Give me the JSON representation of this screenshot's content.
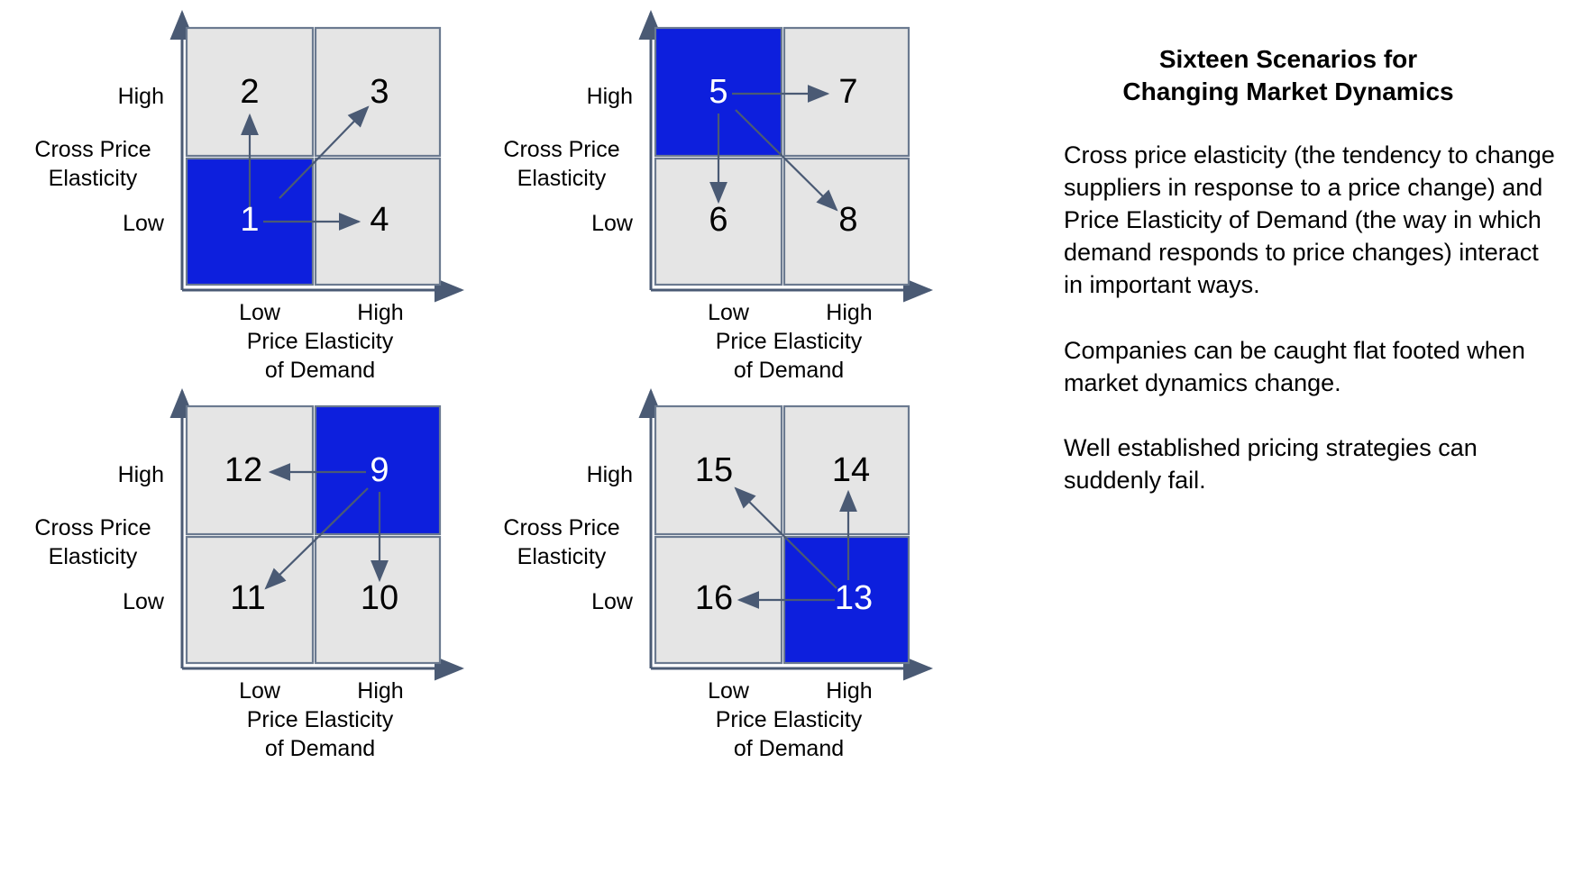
{
  "axis": {
    "y_title_line1": "Cross Price",
    "y_title_line2": "Elasticity",
    "y_high": "High",
    "y_low": "Low",
    "x_low": "Low",
    "x_high": "High",
    "x_title_line1": "Price Elasticity",
    "x_title_line2": "of Demand"
  },
  "colors": {
    "highlight": "#0d1fdd",
    "cell": "#e5e5e5",
    "stroke": "#6b7a90",
    "arrow": "#4a5a74",
    "text": "#000000",
    "highlight_text": "#ffffff"
  },
  "side": {
    "title": "Sixteen Scenarios for Changing Market Dynamics",
    "title_line1": "Sixteen Scenarios for",
    "title_line2": "Changing Market Dynamics",
    "paragraphs": [
      "Cross price elasticity (the tendency to change suppliers in response to a price change) and Price Elasticity of Demand (the way in which demand responds to price changes) interact in important ways.",
      "Companies can be caught flat footed when market dynamics change.",
      "Well established pricing strategies can suddenly fail."
    ]
  },
  "chart_data": {
    "type": "diagram",
    "title": "Sixteen Scenarios for Changing Market Dynamics",
    "xlabel": "Price Elasticity of Demand",
    "ylabel": "Cross Price Elasticity",
    "x_ticks": [
      "Low",
      "High"
    ],
    "y_ticks": [
      "Low",
      "High"
    ],
    "matrices": [
      {
        "id": "matrix-1",
        "origin_cell": "bottom-left",
        "origin_label": "1",
        "cells": [
          {
            "label": "2",
            "x": "Low",
            "y": "High",
            "highlight": false
          },
          {
            "label": "3",
            "x": "High",
            "y": "High",
            "highlight": false
          },
          {
            "label": "1",
            "x": "Low",
            "y": "Low",
            "highlight": true
          },
          {
            "label": "4",
            "x": "High",
            "y": "Low",
            "highlight": false
          }
        ],
        "arrows": [
          {
            "from": "1",
            "to": "2",
            "direction": "up"
          },
          {
            "from": "1",
            "to": "3",
            "direction": "up-right"
          },
          {
            "from": "1",
            "to": "4",
            "direction": "right"
          }
        ]
      },
      {
        "id": "matrix-2",
        "origin_cell": "top-left",
        "origin_label": "5",
        "cells": [
          {
            "label": "5",
            "x": "Low",
            "y": "High",
            "highlight": true
          },
          {
            "label": "7",
            "x": "High",
            "y": "High",
            "highlight": false
          },
          {
            "label": "6",
            "x": "Low",
            "y": "Low",
            "highlight": false
          },
          {
            "label": "8",
            "x": "High",
            "y": "Low",
            "highlight": false
          }
        ],
        "arrows": [
          {
            "from": "5",
            "to": "7",
            "direction": "right"
          },
          {
            "from": "5",
            "to": "6",
            "direction": "down"
          },
          {
            "from": "5",
            "to": "8",
            "direction": "down-right"
          }
        ]
      },
      {
        "id": "matrix-3",
        "origin_cell": "top-right",
        "origin_label": "9",
        "cells": [
          {
            "label": "12",
            "x": "Low",
            "y": "High",
            "highlight": false
          },
          {
            "label": "9",
            "x": "High",
            "y": "High",
            "highlight": true
          },
          {
            "label": "11",
            "x": "Low",
            "y": "Low",
            "highlight": false
          },
          {
            "label": "10",
            "x": "High",
            "y": "Low",
            "highlight": false
          }
        ],
        "arrows": [
          {
            "from": "9",
            "to": "12",
            "direction": "left"
          },
          {
            "from": "9",
            "to": "11",
            "direction": "down-left"
          },
          {
            "from": "9",
            "to": "10",
            "direction": "down"
          }
        ]
      },
      {
        "id": "matrix-4",
        "origin_cell": "bottom-right",
        "origin_label": "13",
        "cells": [
          {
            "label": "15",
            "x": "Low",
            "y": "High",
            "highlight": false
          },
          {
            "label": "14",
            "x": "High",
            "y": "High",
            "highlight": false
          },
          {
            "label": "16",
            "x": "Low",
            "y": "Low",
            "highlight": false
          },
          {
            "label": "13",
            "x": "High",
            "y": "Low",
            "highlight": true
          }
        ],
        "arrows": [
          {
            "from": "13",
            "to": "15",
            "direction": "up-left"
          },
          {
            "from": "13",
            "to": "14",
            "direction": "up"
          },
          {
            "from": "13",
            "to": "16",
            "direction": "left"
          }
        ]
      }
    ]
  }
}
